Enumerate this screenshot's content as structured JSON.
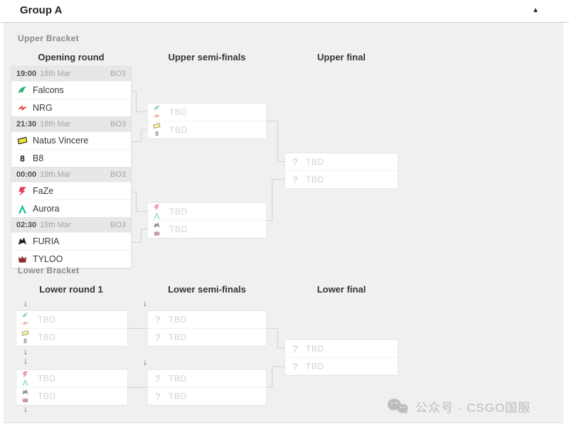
{
  "header": {
    "title": "Group A"
  },
  "icons": {
    "collapse": "▲",
    "question": "?",
    "drop_arrow": "↓"
  },
  "tbd": "TBD",
  "upper": {
    "label": "Upper Bracket",
    "columns": [
      "Opening round",
      "Upper semi-finals",
      "Upper final"
    ],
    "matches": [
      {
        "time": "19:00",
        "date": "18th Mar",
        "format": "BO3",
        "team1": "Falcons",
        "team2": "NRG",
        "logo1": "falcons-logo",
        "logo2": "nrg-logo"
      },
      {
        "time": "21:30",
        "date": "18th Mar",
        "format": "BO3",
        "team1": "Natus Vincere",
        "team2": "B8",
        "logo1": "navi-logo",
        "logo2": "b8-logo"
      },
      {
        "time": "00:00",
        "date": "19th Mar",
        "format": "BO3",
        "team1": "FaZe",
        "team2": "Aurora",
        "logo1": "faze-logo",
        "logo2": "aurora-logo"
      },
      {
        "time": "02:30",
        "date": "19th Mar",
        "format": "BO3",
        "team1": "FURIA",
        "team2": "TYLOO",
        "logo1": "furia-logo",
        "logo2": "tyloo-logo"
      }
    ]
  },
  "lower": {
    "label": "Lower Bracket",
    "columns": [
      "Lower round 1",
      "Lower semi-finals",
      "Lower final"
    ]
  },
  "watermark": {
    "text": "公众号 · CSGO国服"
  },
  "colors": {
    "panel_background": "#f0f0f1",
    "box_background": "#ffffff",
    "match_header_background": "#e7e7e7",
    "tbd_text": "#d2d2d2",
    "falcons_green": "#2ab06e",
    "nrg_red": "#e0432e",
    "navi_yellow": "#f7e22e",
    "faze_red": "#e23a50",
    "aurora_teal": "#18c29c",
    "furia_black": "#222222",
    "tyloo_maroon": "#8c2b30"
  }
}
